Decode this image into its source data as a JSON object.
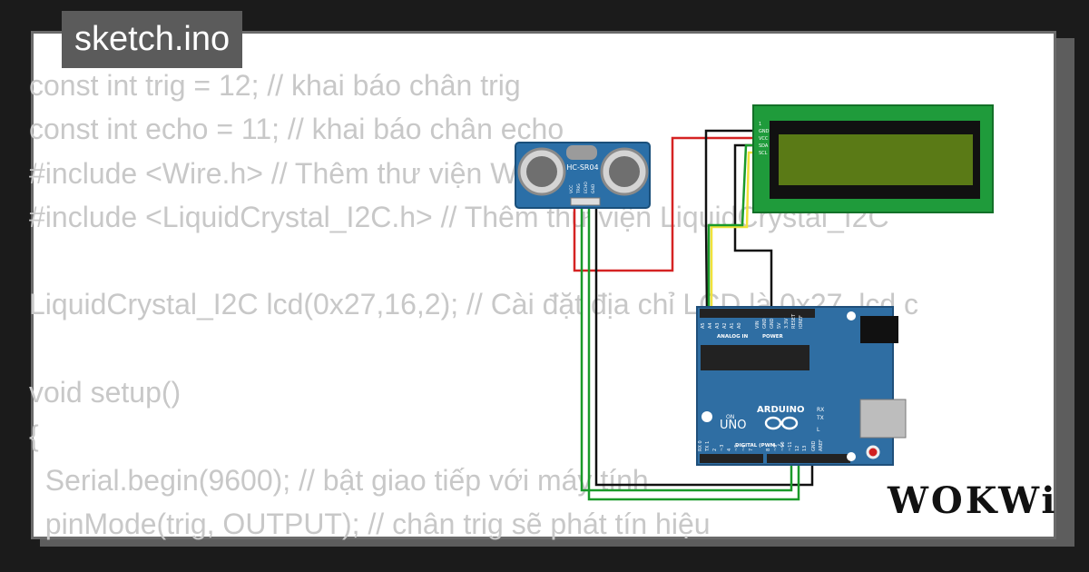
{
  "tab": {
    "filename": "sketch.ino"
  },
  "code_lines": [
    "const int trig = 12; // khai báo chân trig",
    "const int echo = 11; // khai báo chân echo",
    "#include <Wire.h> // Thêm thư viện Wire.h",
    "#include <LiquidCrystal_I2C.h> // Thêm thư viện LiquidCrystal_I2C",
    "",
    "LiquidCrystal_I2C lcd(0x27,16,2); // Cài đặt địa chỉ LCD là 0x27, lcd c",
    "",
    "void setup()",
    "{",
    "  Serial.begin(9600); // bật giao tiếp với máy tính",
    "  pinMode(trig, OUTPUT); // chân trig sẽ phát tín hiệu"
  ],
  "sensor": {
    "model": "HC-SR04",
    "pins": [
      "VCC",
      "TRIG",
      "ECHO",
      "GND"
    ]
  },
  "lcd": {
    "pins": [
      "1",
      "GND",
      "VCC",
      "SDA",
      "SCL"
    ]
  },
  "arduino": {
    "brand": "ARDUINO",
    "model": "UNO",
    "analog_label": "ANALOG IN",
    "power_label": "POWER",
    "digital_label": "DIGITAL (PWM ~)",
    "analog_pins": [
      "A5",
      "A4",
      "A3",
      "A2",
      "A1",
      "A0"
    ],
    "power_pins": [
      "VIN",
      "GND",
      "GND",
      "5V",
      "3.3V",
      "RESET",
      "IOREF"
    ],
    "on_label": "ON",
    "rx_label": "RX",
    "tx_label": "TX",
    "l_label": "L",
    "aref_label": "AREF",
    "gnd_label": "GND",
    "digital_pins": [
      "RX 0",
      "TX 1",
      "2",
      "~3",
      "4",
      "~5",
      "~6",
      "7",
      "8",
      "~9",
      "~10",
      "~11",
      "12",
      "13"
    ]
  },
  "brand": {
    "logo": "WOKWi"
  },
  "colors": {
    "code_text": "#c8c8c8",
    "tab_bg": "#5b5b5b",
    "board_blue": "#2f6ea3",
    "lcd_green": "#1f9b3b",
    "lcd_screen": "#5a7a16",
    "wire_red": "#d52323",
    "wire_black": "#111111",
    "wire_green": "#1a9a2a",
    "wire_yellow": "#f0e23a"
  }
}
